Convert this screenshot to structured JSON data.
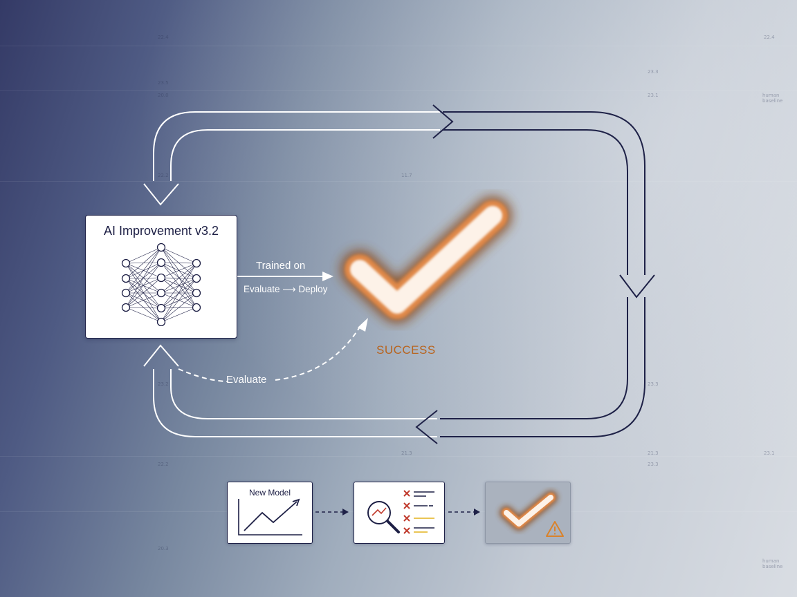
{
  "diagram": {
    "model_title": "AI Improvement v3.2",
    "label_trained_on": "Trained on",
    "label_evaluate_deploy": "Evaluate ⟶ Deploy",
    "label_evaluate": "Evaluate",
    "success_label": "SUCCESS",
    "card_new_model": "New Model"
  },
  "ticks": [
    "22.4",
    "23.5",
    "20.0",
    "22.4",
    "23.3",
    "23.1",
    "human baseline",
    "11.7",
    "21.3",
    "21.3",
    "22.2",
    "23.1",
    "23.3",
    "20.3",
    "human baseline",
    "22.2",
    "23.2",
    "23.3"
  ],
  "colors": {
    "navy": "#1e2147",
    "white_arrow": "#ffffff",
    "success_orange": "#b8641e",
    "check_glow": "#e0894a",
    "red_x": "#c0392b",
    "yellow_line": "#e3b21c",
    "warning_orange": "#d9822b"
  },
  "icons": [
    "neural-network-icon",
    "check-icon",
    "line-chart-icon",
    "magnifier-icon",
    "x-icon",
    "warning-icon"
  ]
}
